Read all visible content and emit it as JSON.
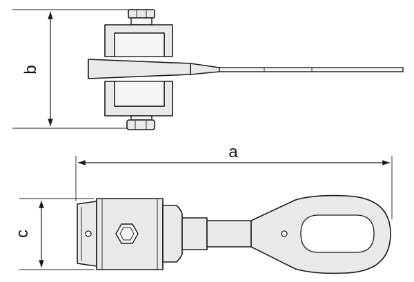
{
  "dimensions": {
    "a": "a",
    "b": "b",
    "c": "c"
  },
  "colors": {
    "line": "#1a1a1a",
    "part_fill": "#e9e9e9",
    "background": "#ffffff"
  }
}
